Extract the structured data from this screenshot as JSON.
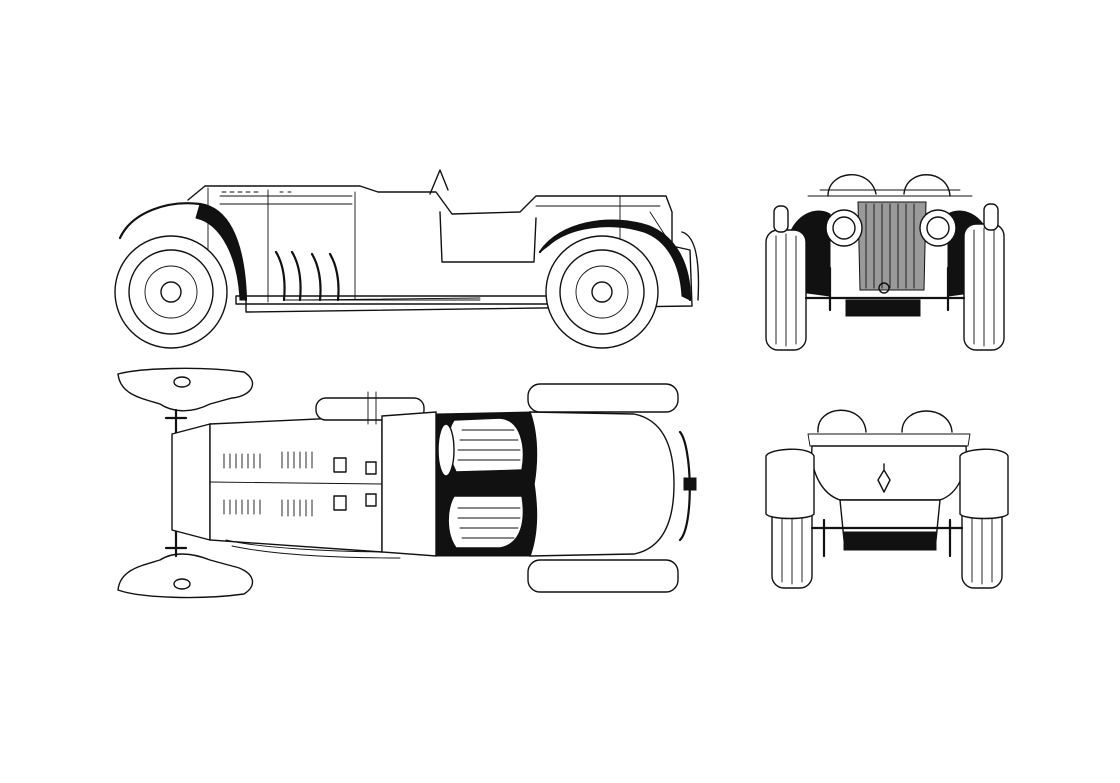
{
  "drawing": {
    "colors": {
      "ink": "#111111",
      "paper": "#ffffff",
      "grille": "#9a9a9a"
    },
    "views": [
      {
        "id": "side-view"
      },
      {
        "id": "front-view"
      },
      {
        "id": "top-view"
      },
      {
        "id": "rear-view"
      }
    ]
  }
}
